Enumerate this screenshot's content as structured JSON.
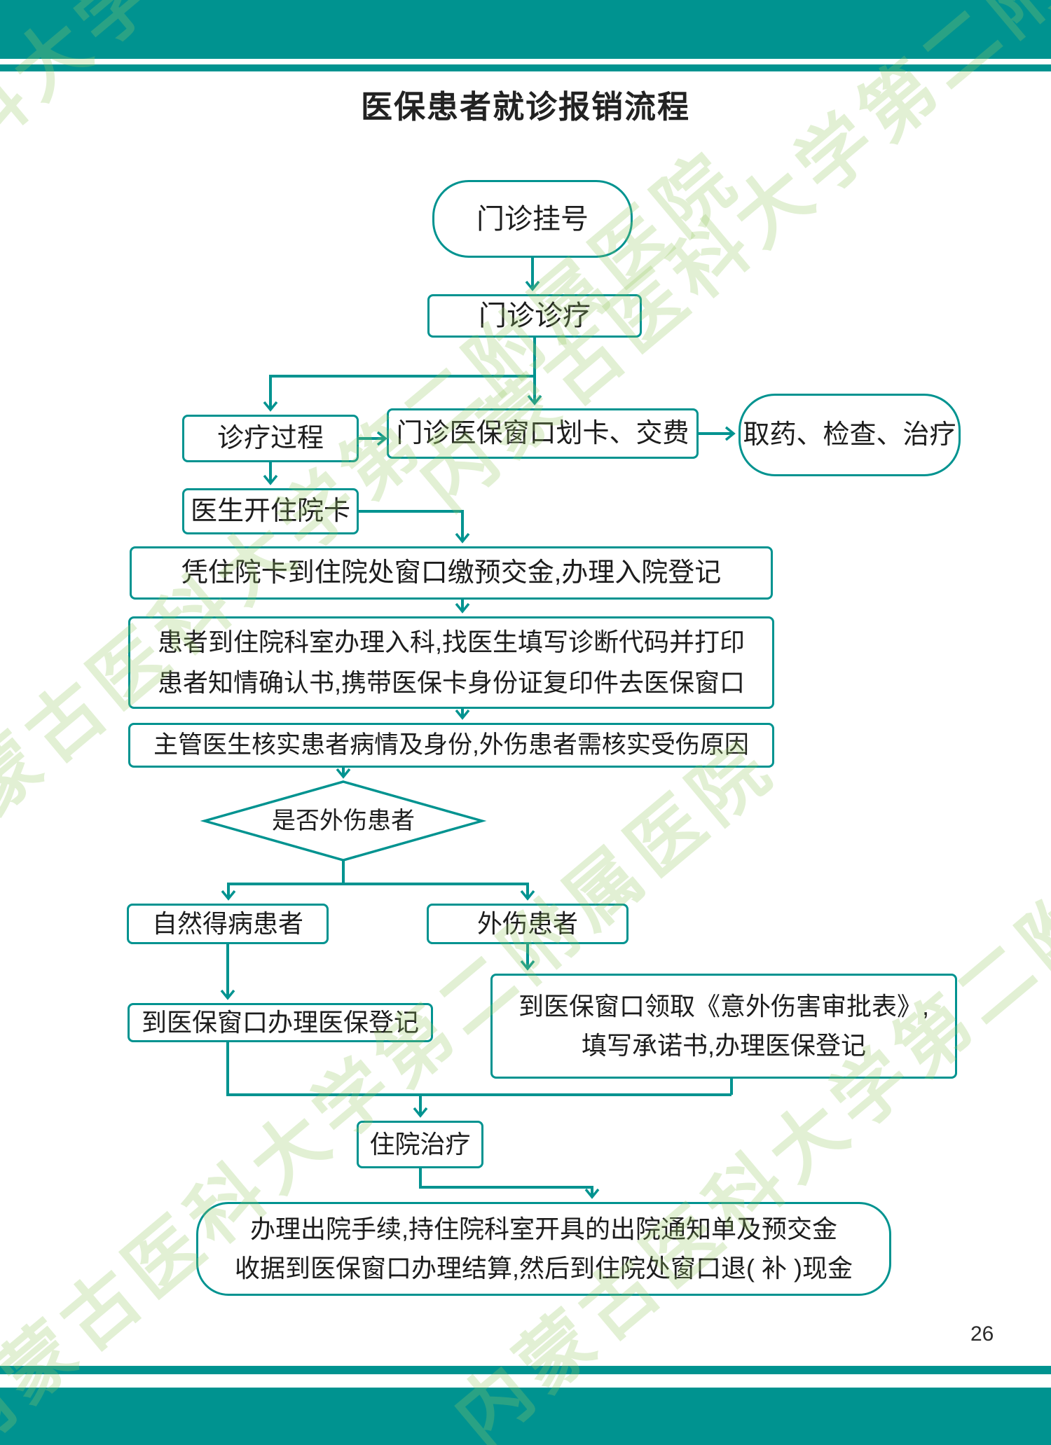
{
  "page": {
    "title": "医保患者就诊报销流程",
    "number": "26"
  },
  "watermark": {
    "text": "内蒙古医科大学第二附属医院"
  },
  "theme": {
    "teal": "#009390",
    "text_color": "#1d1d1d",
    "watermark_green": "rgba(150,200,100,0.28)"
  },
  "flowchart": {
    "start_pill": "门诊挂号",
    "outpatient_treatment": "门诊诊疗",
    "treatment_process": "诊疗过程",
    "insurance_window_payment": "门诊医保窗口划卡、交费",
    "medicine_check_treatment": "取药、检查、治疗",
    "doctor_issues_admission_card": "医生开住院卡",
    "deposit_admission_registration": "凭住院卡到住院处窗口缴预交金,办理入院登记",
    "ward_admission": {
      "line1": "患者到住院科室办理入科,找医生填写诊断代码并打印",
      "line2": "患者知情确认书,携带医保卡身份证复印件去医保窗口"
    },
    "doctor_verification": "主管医生核实患者病情及身份,外伤患者需核实受伤原因",
    "decision_trauma": "是否外伤患者",
    "natural_disease_patient": "自然得病患者",
    "trauma_patient": "外伤患者",
    "insurance_registration": "到医保窗口办理医保登记",
    "trauma_approval": {
      "line1": "到医保窗口领取《意外伤害审批表》,",
      "line2": "填写承诺书,办理医保登记"
    },
    "inpatient_treatment": "住院治疗",
    "discharge": {
      "line1": "办理出院手续,持住院科室开具的出院通知单及预交金",
      "line2": "收据到医保窗口办理结算,然后到住院处窗口退( 补 )现金"
    }
  }
}
